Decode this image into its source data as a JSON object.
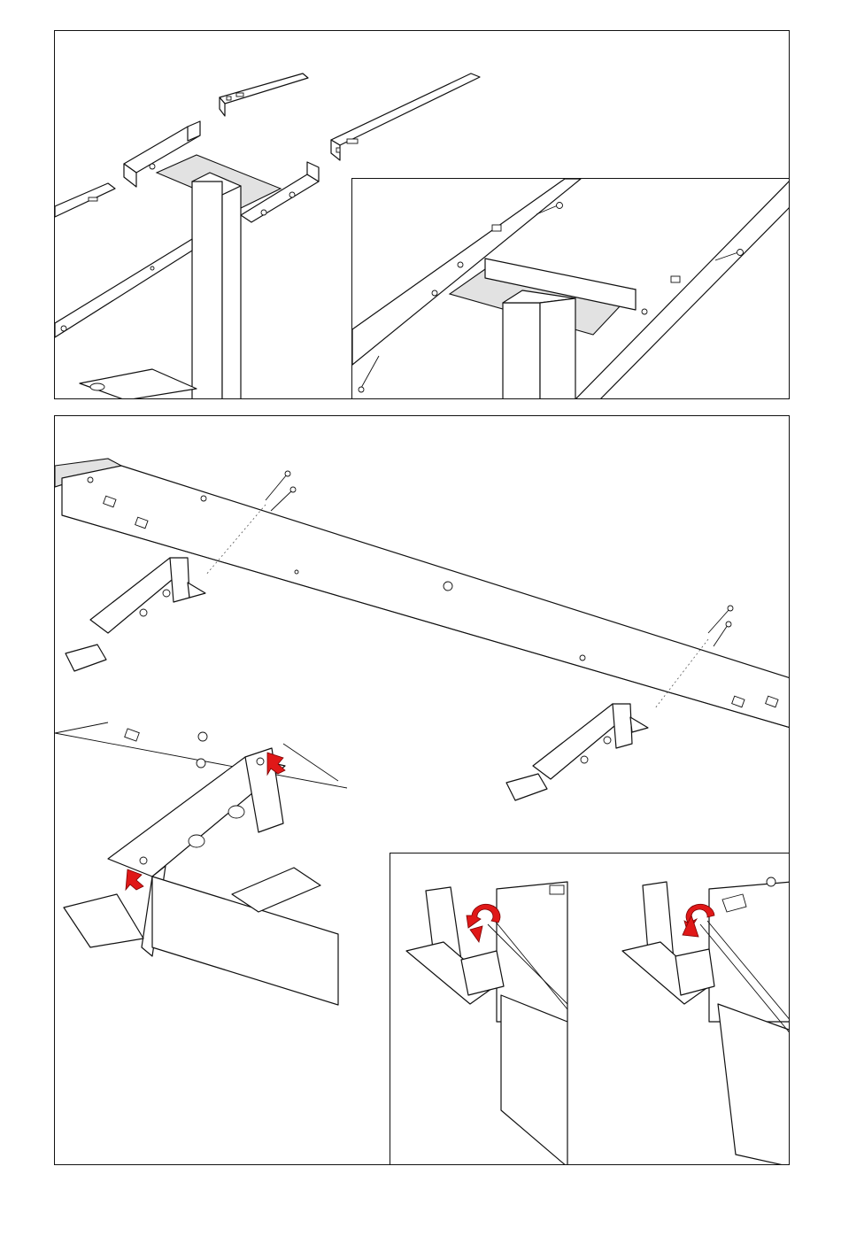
{
  "page": {
    "title": "",
    "panels": [
      "assembly-step-frame",
      "assembly-step-crossbar"
    ],
    "insets": [
      "detail-crossbar-bolts",
      "detail-latch-rotate"
    ]
  },
  "colors": {
    "line": "#111111",
    "fill": "#ffffff",
    "shade": "#e2e2e2",
    "arrow": "#e01818"
  },
  "icons": [
    "down-arrow-icon",
    "rotate-arrow-icon"
  ]
}
